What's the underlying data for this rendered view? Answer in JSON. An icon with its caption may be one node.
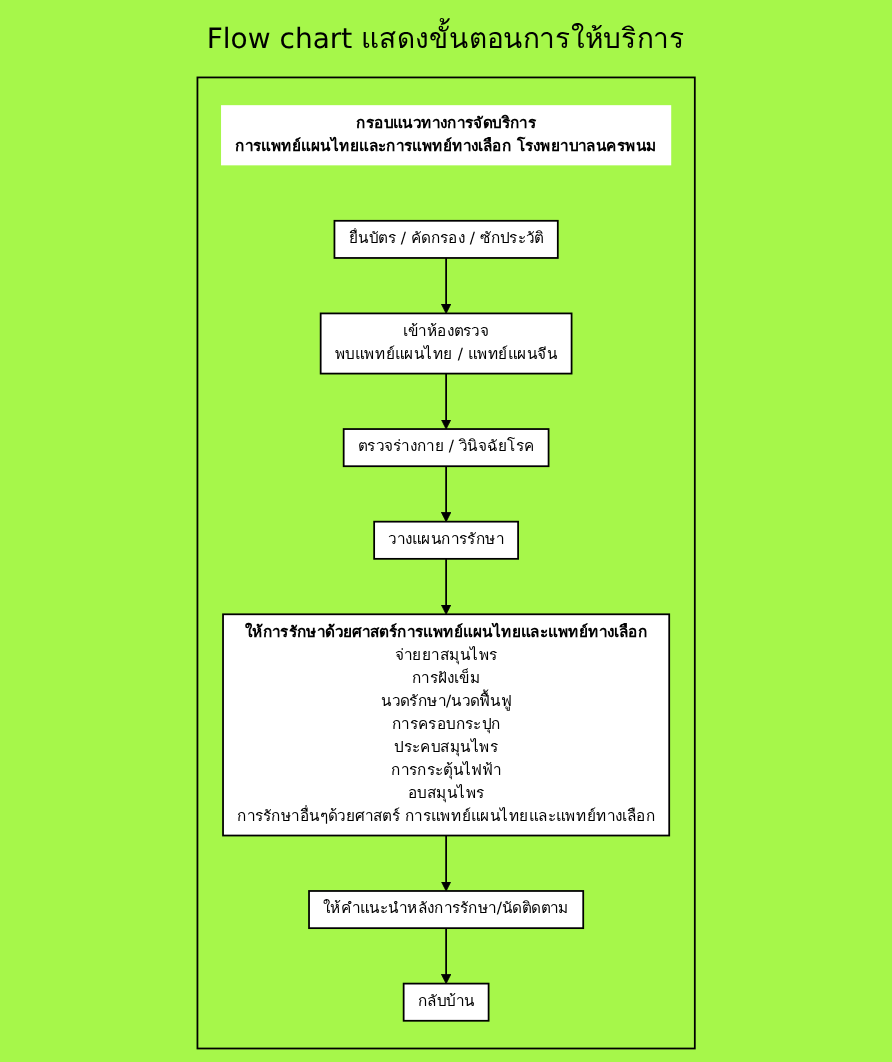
{
  "diagram": {
    "title": "Flow chart แสดงขั้นตอนการให้บริการ",
    "nodes": [
      {
        "text": [],
        "shape": "box"
      },
      {
        "text": [
          "กรอบแนวทางการจัดบริการ",
          "การแพทย์แผนไทยและการแพทย์ทางเลือก โรงพยาบาลนครพนม"
        ],
        "in": 0
      },
      {
        "text": [
          "ยื่นบัตร / คัดกรอง / ซักประวัติ"
        ],
        "in": 0
      },
      {
        "text": [
          "เข้าห้องตรวจ",
          "พบแพทย์แผนไทย / แพทย์แผนจีน"
        ],
        "in": 0
      },
      {
        "text": [
          "ตรวจร่างกาย / วินิจฉัยโรค"
        ],
        "in": 0
      },
      {
        "text": [
          "วางแผนการรักษา"
        ],
        "in": 0
      },
      {
        "text": [
          "ให้การรักษาด้วยศาสตร์การแพทย์แผนไทยและแพทย์ทางเลือก",
          "จ่ายยาสมุนไพร",
          "การฝังเข็ม",
          "นวดรักษา/นวดฟื้นฟู",
          "การครอบกระปุก",
          "ประคบสมุนไพร",
          "การกระตุ้นไฟฟ้า",
          "อบสมุนไพร",
          "การรักษาอื่นๆด้วยศาสตร์ การแพทย์แผนไทยและแพทย์ทางเลือก"
        ],
        "in": 0
      },
      {
        "text": [
          "ให้คำแนะนำหลังการรักษา/นัดติดตาม"
        ],
        "in": 0
      },
      {
        "text": [
          "กลับบ้าน"
        ],
        "in": 0
      }
    ],
    "edges": [
      {
        "from": 2,
        "to": 3,
        "arrow": "to"
      },
      {
        "from": 3,
        "to": 4,
        "arrow": "to"
      },
      {
        "from": 4,
        "to": 5,
        "arrow": "to"
      },
      {
        "from": 5,
        "to": 6,
        "arrow": "to"
      },
      {
        "from": 6,
        "to": 7,
        "arrow": "to"
      },
      {
        "from": 7,
        "to": 8,
        "arrow": "to"
      }
    ]
  }
}
